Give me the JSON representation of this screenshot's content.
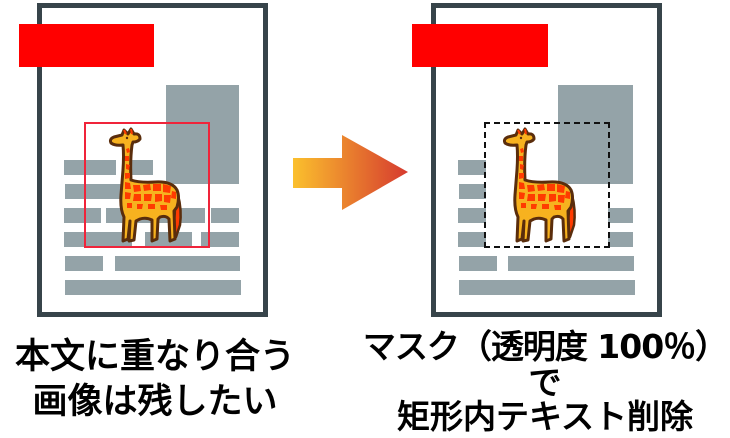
{
  "colors": {
    "frame": "#37444a",
    "title_block": "#ff0000",
    "text_block": "#94a3a8",
    "selection": "#f0243a",
    "mask_border": "#111111",
    "arrow_start": "#fbc02d",
    "arrow_end": "#d63a2f",
    "giraffe_body": "#f7b21f",
    "giraffe_spots": "#ff3b00",
    "giraffe_outline": "#5a2d0c"
  },
  "before": {
    "caption_line1": "本文に重なり合う",
    "caption_line2": "画像は残したい"
  },
  "after": {
    "caption_line1": "マスク（透明度 100％）",
    "caption_line2": "で",
    "caption_line3": "矩形内テキスト削除"
  },
  "icons": {
    "arrow": "arrow-right-icon",
    "image": "giraffe-illustration"
  }
}
